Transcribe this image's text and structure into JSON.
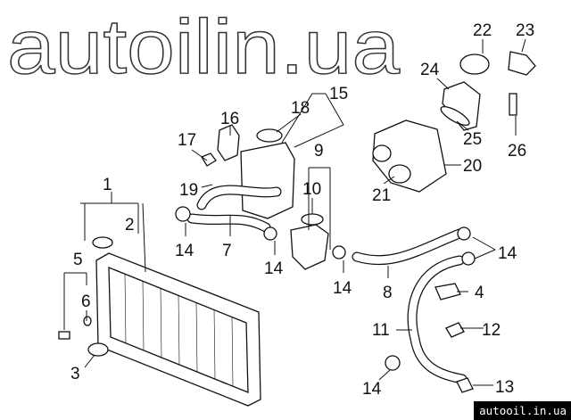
{
  "diagram": {
    "callouts": {
      "c1": "1",
      "c2": "2",
      "c3": "3",
      "c4": "4",
      "c5": "5",
      "c6": "6",
      "c7": "7",
      "c8": "8",
      "c9": "9",
      "c10": "10",
      "c11": "11",
      "c12": "12",
      "c13": "13",
      "c14": "14",
      "c15": "15",
      "c16": "16",
      "c17": "17",
      "c18": "18",
      "c19": "19",
      "c20": "20",
      "c21": "21",
      "c22": "22",
      "c23": "23",
      "c24": "24",
      "c25": "25",
      "c26": "26"
    },
    "watermark": "autoilin.ua"
  },
  "site_label": "autooil.in.ua"
}
